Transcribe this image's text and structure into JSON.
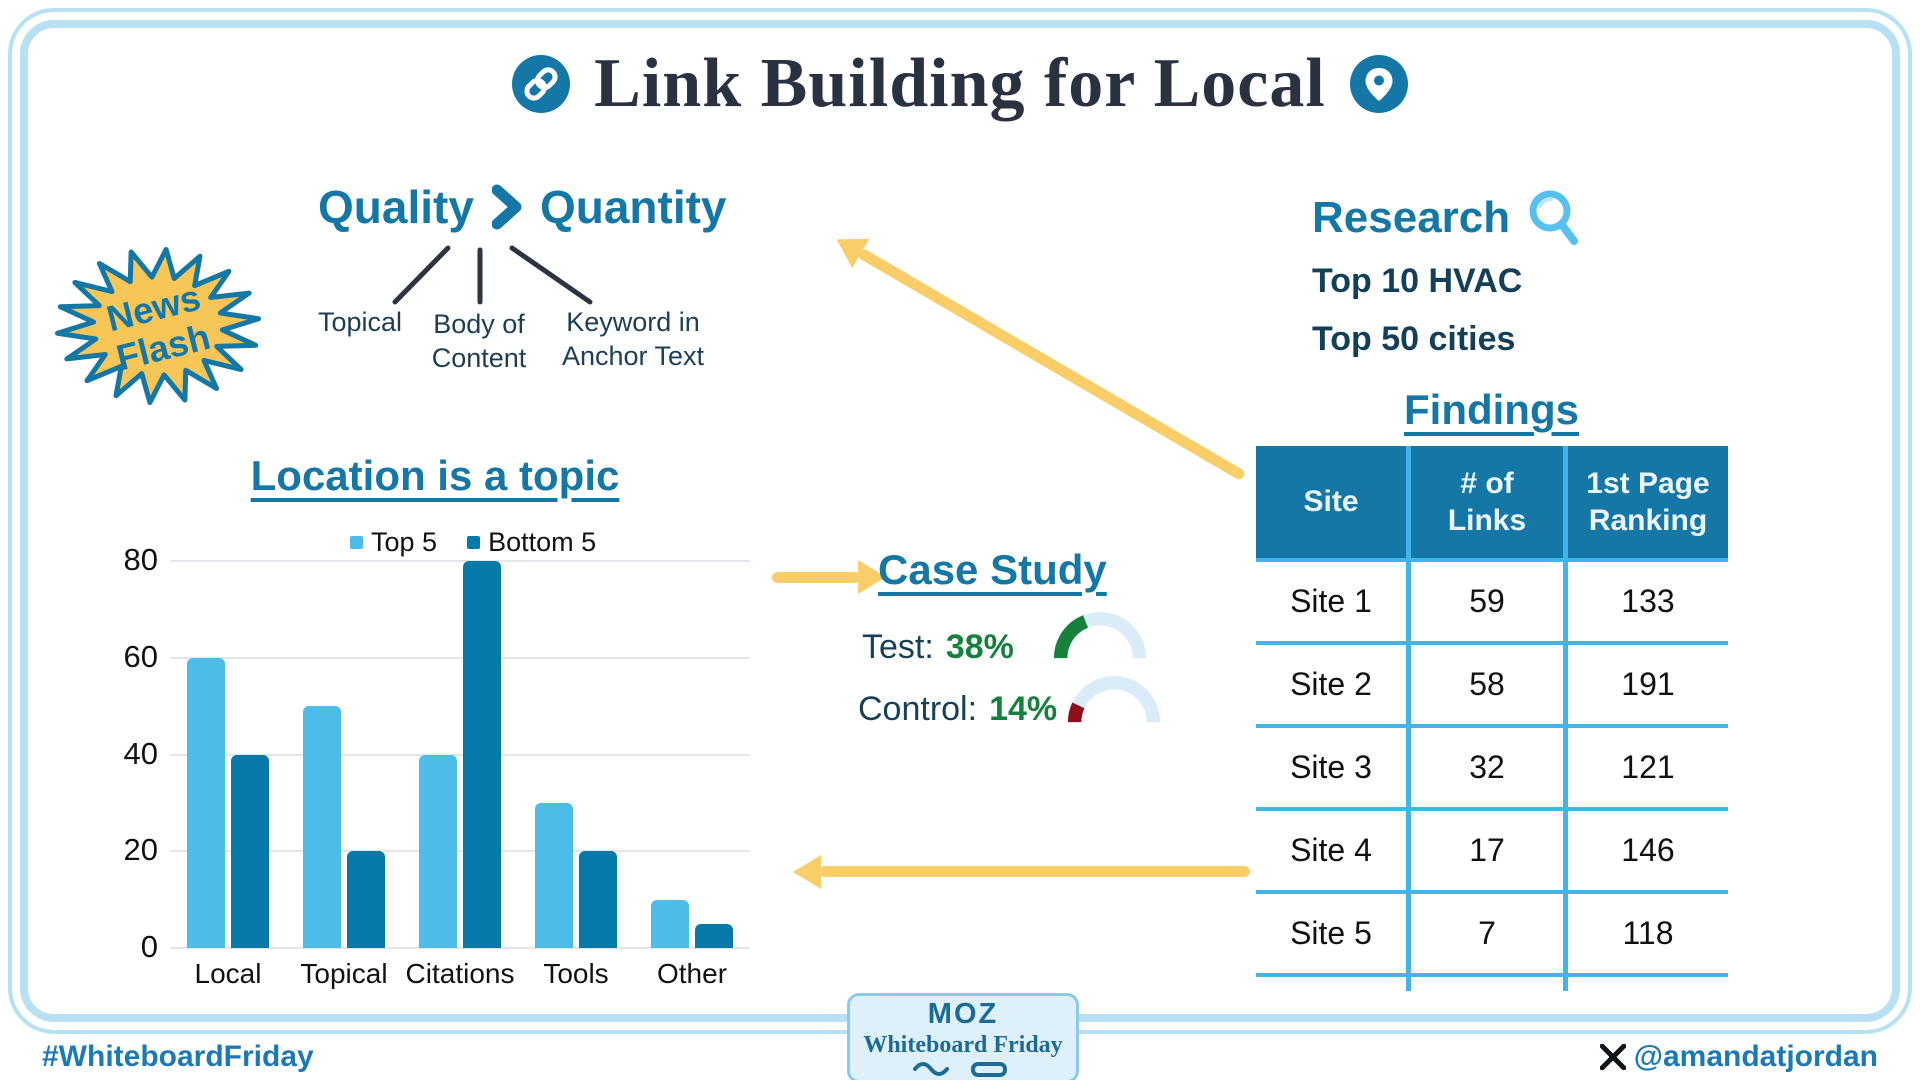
{
  "title": {
    "text": "Link Building for Local"
  },
  "quality_vs_quantity": {
    "left": "Quality",
    "right": "Quantity",
    "branches": [
      {
        "label": "Topical"
      },
      {
        "label": "Body of Content"
      },
      {
        "label": "Keyword in Anchor Text"
      }
    ]
  },
  "news_flash": {
    "line1": "News",
    "line2": "Flash"
  },
  "location_section": {
    "heading": "Location is a topic"
  },
  "chart_data": {
    "type": "bar",
    "title": "Location is a topic",
    "categories": [
      "Local",
      "Topical",
      "Citations",
      "Tools",
      "Other"
    ],
    "series": [
      {
        "name": "Top 5",
        "color": "#4cbce9",
        "values": [
          60,
          50,
          40,
          30,
          10
        ]
      },
      {
        "name": "Bottom 5",
        "color": "#0679a9",
        "values": [
          40,
          20,
          80,
          20,
          5
        ]
      }
    ],
    "xlabel": "",
    "ylabel": "",
    "ylim": [
      0,
      80
    ],
    "yticks": [
      0,
      20,
      40,
      60,
      80
    ],
    "grid": true,
    "legend_position": "top"
  },
  "case_study": {
    "heading": "Case Study",
    "test": {
      "label": "Test:",
      "value": "38%",
      "pct": 38,
      "color": "#15813d"
    },
    "control": {
      "label": "Control:",
      "value": "14%",
      "pct": 14,
      "color": "#8f0e1a"
    }
  },
  "research": {
    "heading": "Research",
    "items": [
      "Top 10 HVAC",
      "Top 50 cities"
    ]
  },
  "findings": {
    "heading": "Findings",
    "table": {
      "headers": [
        "Site",
        "# of Links",
        "1st Page Ranking"
      ],
      "rows": [
        [
          "Site 1",
          "59",
          "133"
        ],
        [
          "Site 2",
          "58",
          "191"
        ],
        [
          "Site 3",
          "32",
          "121"
        ],
        [
          "Site 4",
          "17",
          "146"
        ],
        [
          "Site 5",
          "7",
          "118"
        ]
      ]
    }
  },
  "footer": {
    "hashtag": "#WhiteboardFriday",
    "handle": "@amandatjordan",
    "badge": {
      "brand": "MOZ",
      "series": "Whiteboard Friday"
    }
  },
  "colors": {
    "primary_blue": "#1577a6",
    "navy_text": "#153f58",
    "title_navy": "#2a3242",
    "bar_light": "#4cbce9",
    "bar_dark": "#0679a9",
    "arrow_yellow": "#f9cd68",
    "star_yellow": "#f7c658",
    "green": "#15813d",
    "red": "#8f0e1a",
    "table_border": "#41b5e7",
    "frame_blue": "#b7e1f3",
    "footer_blue": "#1d79b4",
    "gauge_track": "#d9ecf7"
  }
}
